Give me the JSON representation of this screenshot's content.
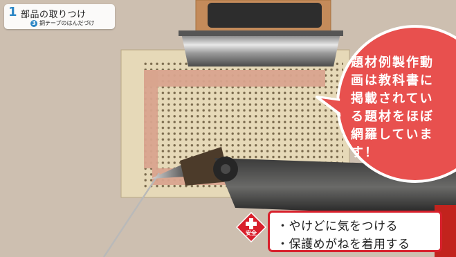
{
  "step": {
    "number": "1",
    "title": "部品の取りつけ",
    "sub_number": "3",
    "sub_title": "銅テープのはんだづけ"
  },
  "bubble": {
    "lines": [
      "題材例製作動",
      "画は教科書に",
      "掲載されてい",
      "る題材をほぼ",
      "網羅していま",
      "す！"
    ]
  },
  "safety": {
    "label": "安全",
    "lines": [
      "・やけどに気をつける",
      "・保護めがねを着用する"
    ]
  },
  "colors": {
    "accent_blue": "#2b86c5",
    "bubble_red": "#e8504e",
    "safety_red": "#d8202c"
  }
}
